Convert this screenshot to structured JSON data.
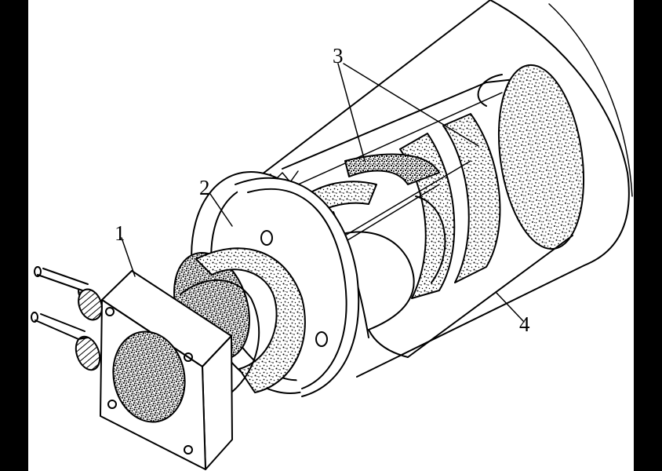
{
  "diagram": {
    "callouts": [
      {
        "id": "flange",
        "label": "1"
      },
      {
        "id": "mount-ring",
        "label": "2"
      },
      {
        "id": "heating-elements",
        "label": "3"
      },
      {
        "id": "outer-cone",
        "label": "4"
      }
    ]
  }
}
